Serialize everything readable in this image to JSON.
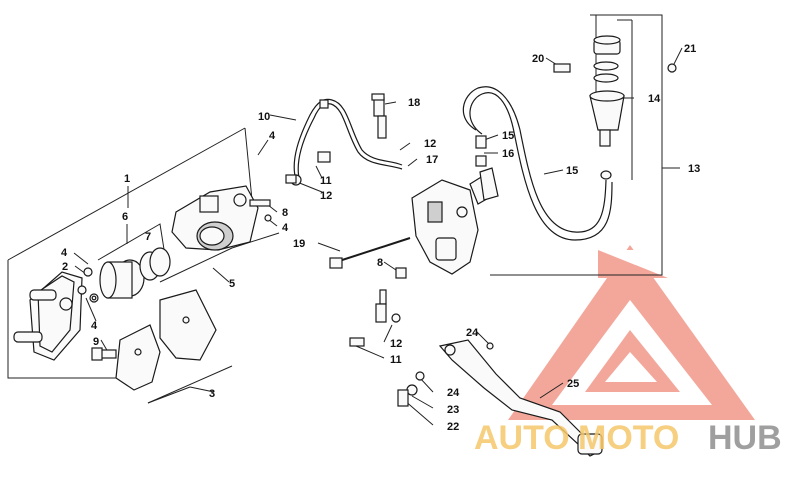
{
  "callouts": {
    "c1": "1",
    "c2": "2",
    "c3": "3",
    "c4a": "4",
    "c4b": "4",
    "c4c": "4",
    "c4d": "4",
    "c5": "5",
    "c6": "6",
    "c7": "7",
    "c8a": "8",
    "c8b": "8",
    "c9": "9",
    "c10": "10",
    "c11a": "11",
    "c11b": "11",
    "c12a": "12",
    "c12b": "12",
    "c12c": "12",
    "c13": "13",
    "c14": "14",
    "c15a": "15",
    "c15b": "15",
    "c16": "16",
    "c17": "17",
    "c18": "18",
    "c19": "19",
    "c20": "20",
    "c21": "21",
    "c22": "22",
    "c23": "23",
    "c24a": "24",
    "c24b": "24",
    "c25": "25"
  },
  "watermark": {
    "part1": "AUTO",
    "part2": "MOTO",
    "part3": "HUB",
    "color_accent": "#f08a7a",
    "color_yellow": "#f5c76b",
    "color_grey": "#8f8f8f"
  }
}
